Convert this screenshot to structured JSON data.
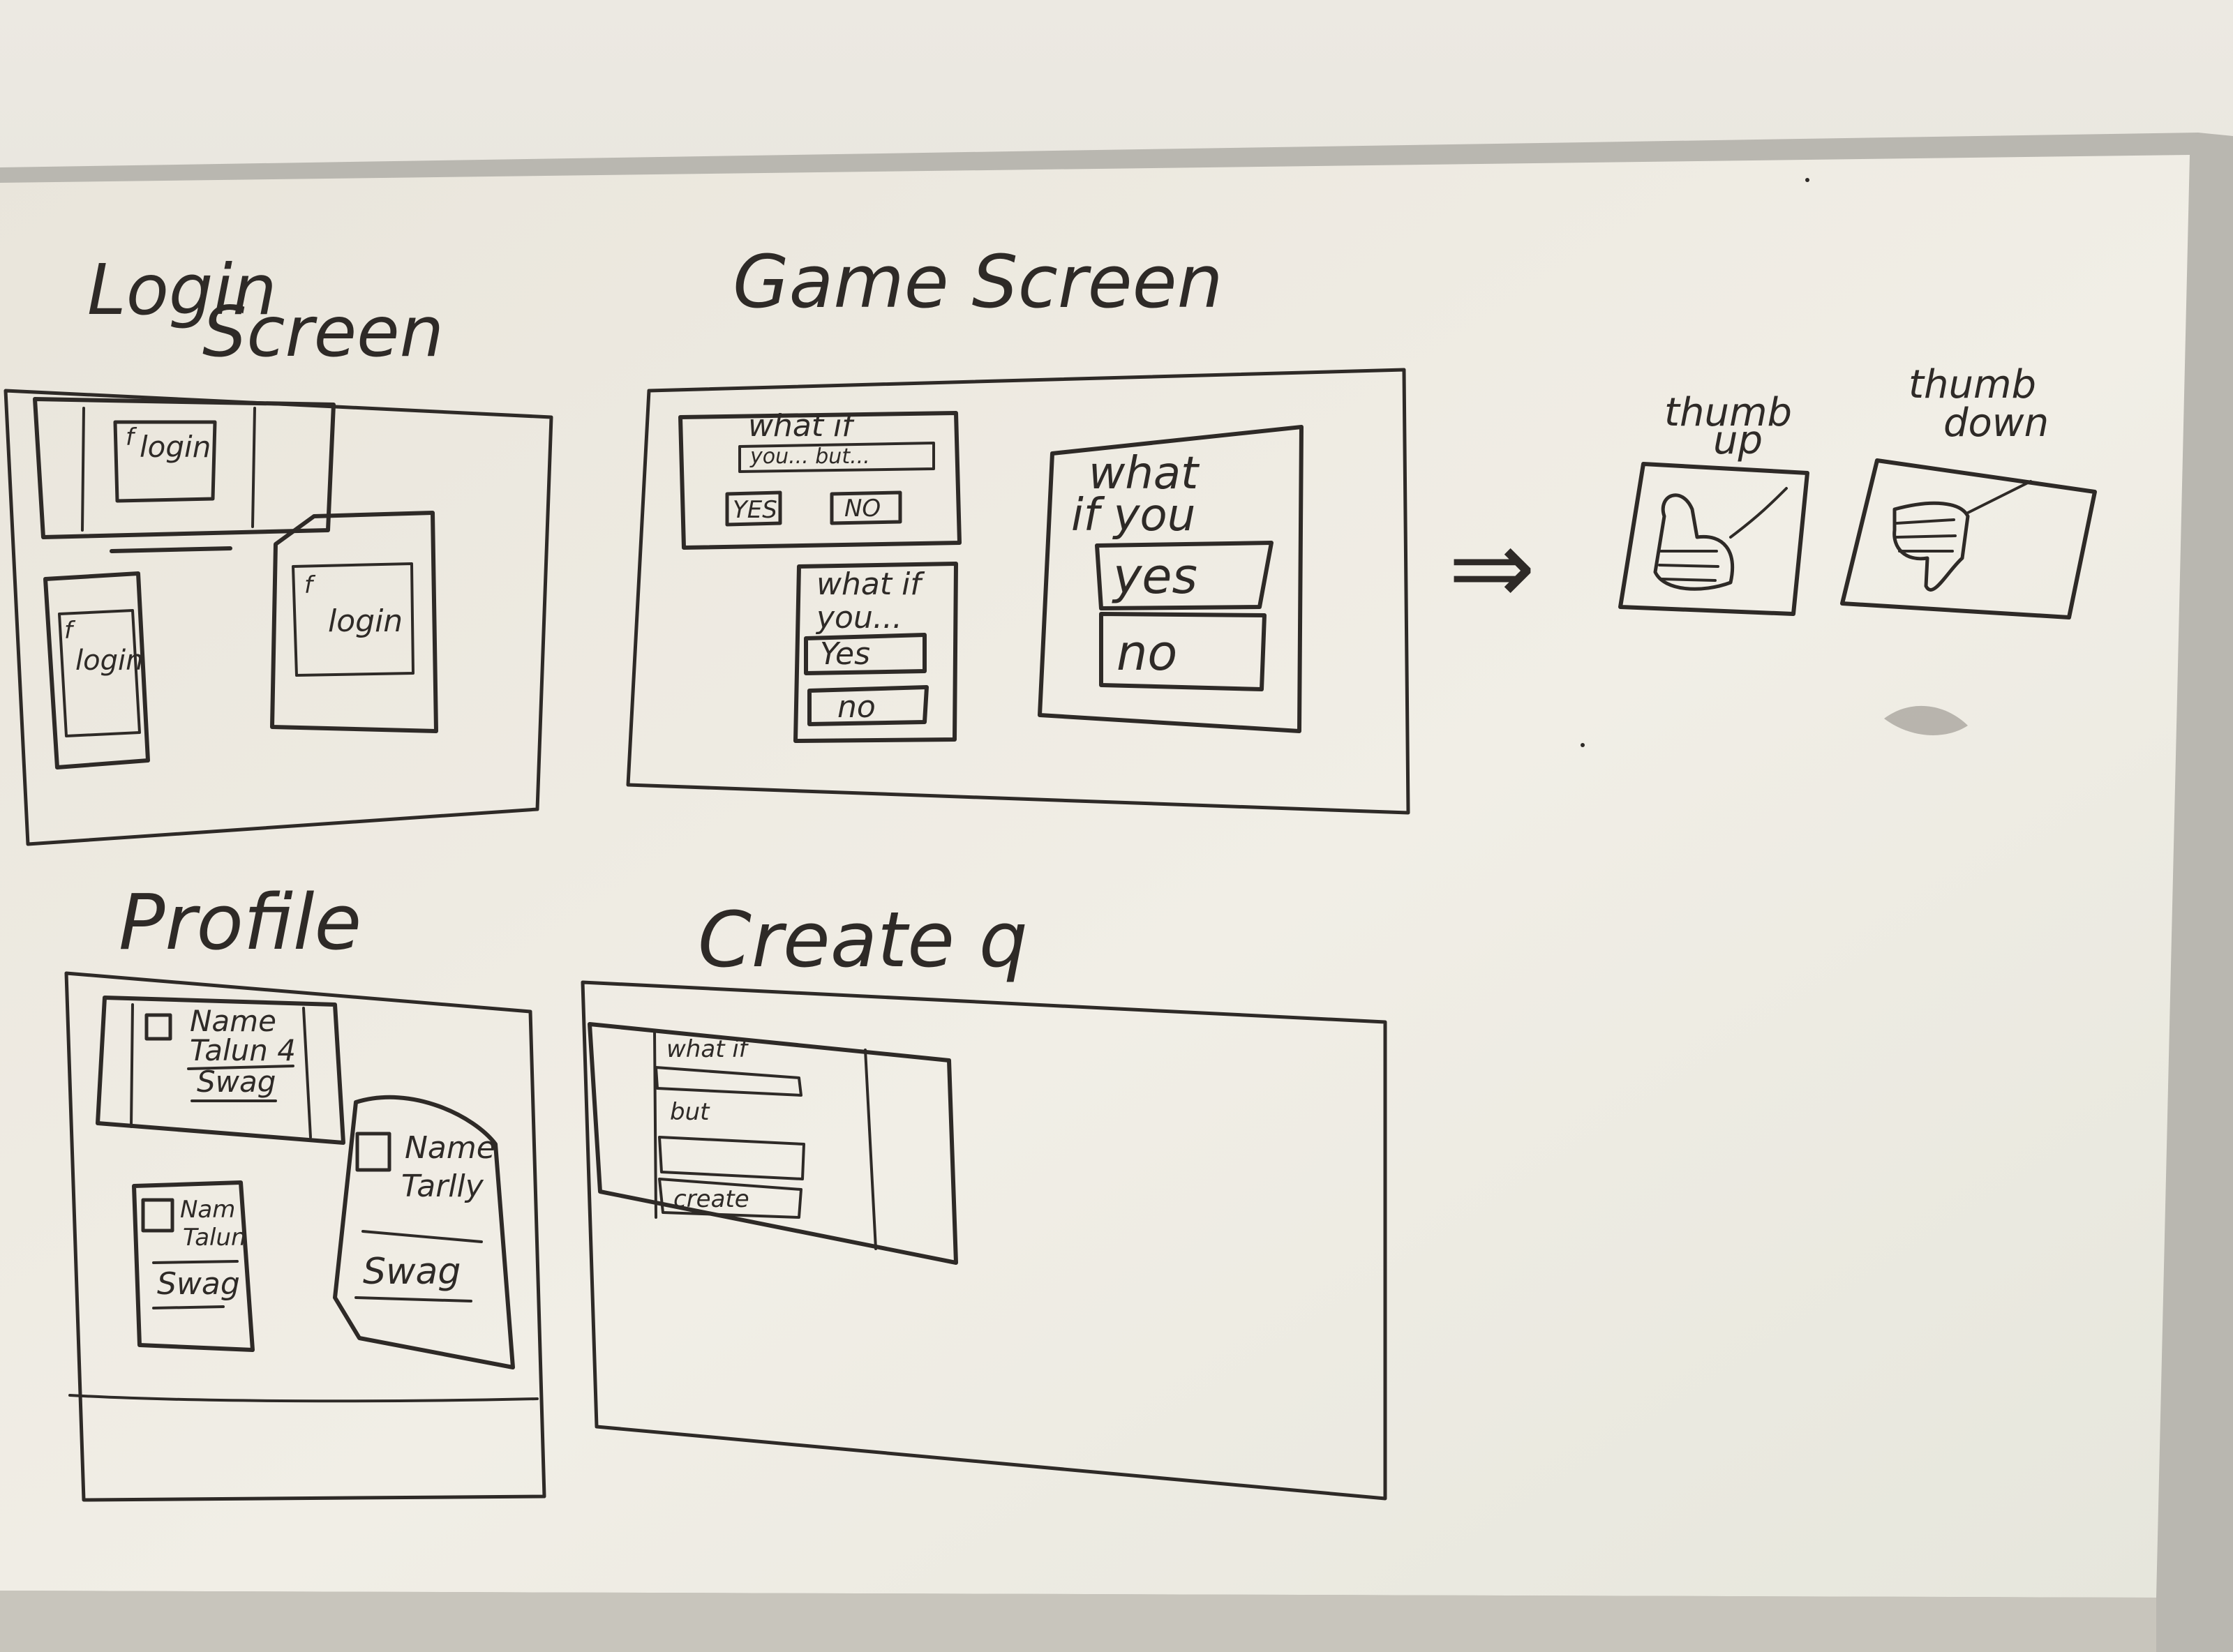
{
  "login": {
    "heading_line1": "Login",
    "heading_line2": "Screen",
    "monitor_f": "f",
    "monitor_login": "login",
    "phone_f": "f",
    "phone_login": "login",
    "tablet_f": "f",
    "tablet_login": "login"
  },
  "game": {
    "heading": "Game Screen",
    "wide_question": "what if",
    "wide_input": "you... but...",
    "wide_yes": "YES",
    "wide_no": "NO",
    "small_question_1": "what if",
    "small_question_2": "you...",
    "small_yes": "Yes",
    "small_no": "no",
    "big_question_1": "what",
    "big_question_2": "if you",
    "big_yes": "yes",
    "big_no": "no"
  },
  "gestures": {
    "arrow": "⇒",
    "thumb_up_1": "thumb",
    "thumb_up_2": "up",
    "thumb_down_1": "thumb",
    "thumb_down_2": "down"
  },
  "profile": {
    "heading": "Profile",
    "wide_name": "Name",
    "wide_tagline": "Talun 4",
    "wide_swag": "Swag",
    "small_name": "Nam",
    "small_tagline": "Talun",
    "small_swag": "Swag",
    "tall_name": "Name",
    "tall_tagline": "Tarlly",
    "tall_swag": "Swag"
  },
  "create": {
    "heading": "Create q",
    "what_if_label": "what if",
    "but_label": "but",
    "create_button": "create"
  }
}
